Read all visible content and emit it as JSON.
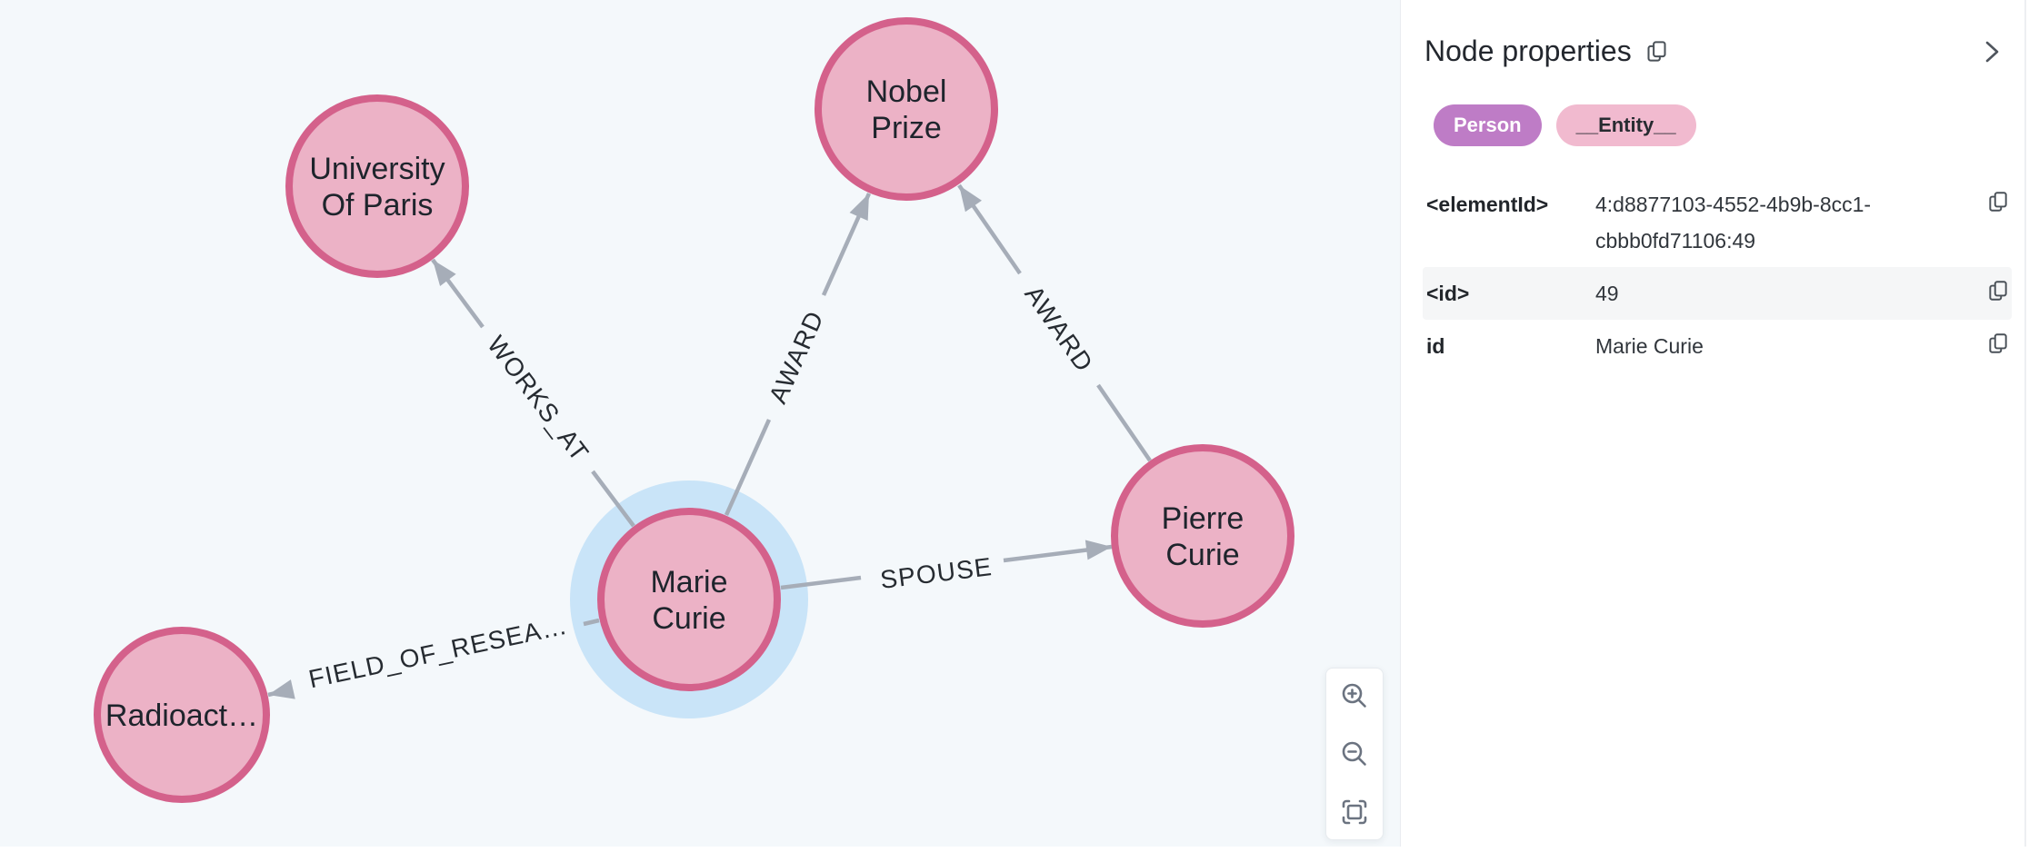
{
  "graph": {
    "nodes": [
      {
        "id": "university-of-paris",
        "label_lines": [
          "University",
          "Of Paris"
        ]
      },
      {
        "id": "nobel-prize",
        "label_lines": [
          "Nobel",
          "Prize"
        ]
      },
      {
        "id": "marie-curie",
        "label_lines": [
          "Marie",
          "Curie"
        ],
        "selected": true
      },
      {
        "id": "pierre-curie",
        "label_lines": [
          "Pierre",
          "Curie"
        ]
      },
      {
        "id": "radioactivity",
        "label_lines": [
          "Radioact…"
        ]
      }
    ],
    "edges": [
      {
        "type": "WORKS_AT"
      },
      {
        "type": "AWARD"
      },
      {
        "type": "AWARD"
      },
      {
        "type": "SPOUSE"
      },
      {
        "type": "FIELD_OF_RESEA…"
      }
    ],
    "colors": {
      "background": "#F4F8FB",
      "node_fill": "#ECB2C6",
      "node_border": "#D4618B",
      "selection_halo": "#C9E4F8",
      "edge": "#A6ADB8"
    }
  },
  "toolbar": {
    "icons": [
      "zoom-in",
      "zoom-out",
      "fit-to-screen"
    ]
  },
  "panel": {
    "title": "Node properties",
    "labels": [
      {
        "text": "Person",
        "bg": "#BE7CC6",
        "color": "#FFFFFF"
      },
      {
        "text": "__Entity__",
        "bg": "#F1BACF",
        "color": "#272B31"
      }
    ],
    "properties": [
      {
        "key": "<elementId>",
        "value": "4:d8877103-4552-4b9b-8cc1-cbbb0fd71106:49"
      },
      {
        "key": "<id>",
        "value": "49"
      },
      {
        "key": "id",
        "value": "Marie Curie"
      }
    ]
  }
}
